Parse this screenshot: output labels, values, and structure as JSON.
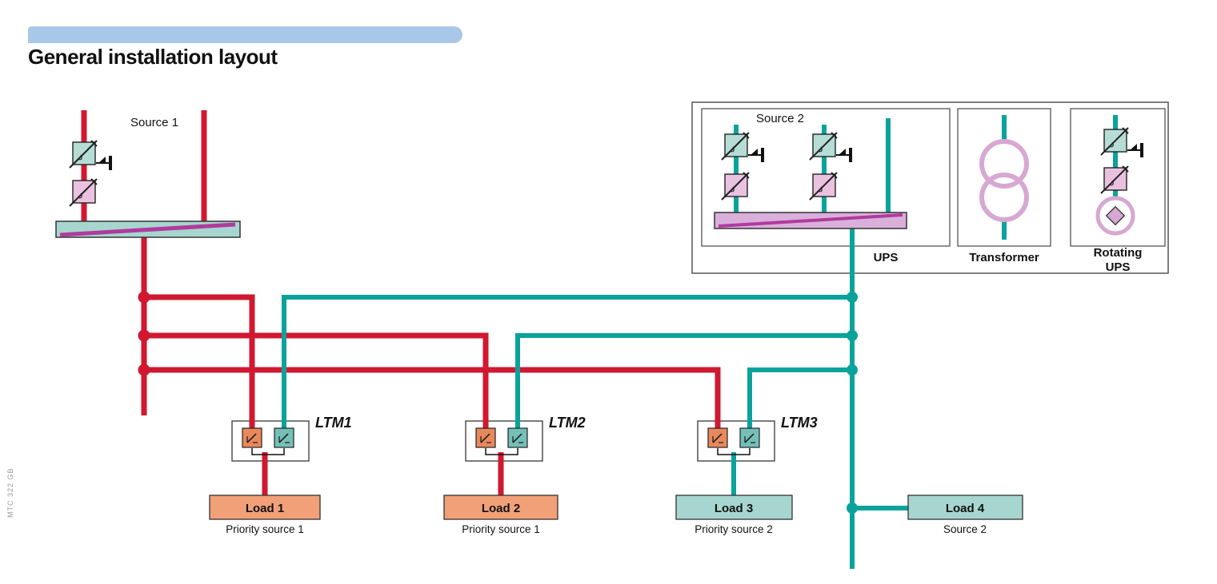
{
  "page": {
    "title": "General installation layout",
    "side_code": "MTC 322 GB"
  },
  "colors": {
    "source1_red": "#d01830",
    "source2_teal": "#0aa39b",
    "busbar_teal_fill": "#a6d6cf",
    "busbar_pink_fill": "#d9b0da",
    "diagonal_magenta": "#b13a9e",
    "load_orange_fill": "#f1a078",
    "load_teal_fill": "#a6d6cf",
    "breaker_teal_fill": "#b5ddd6",
    "breaker_pink_fill": "#eac2e0",
    "transformer_pink": "#d6a8d2",
    "header_bar_blue": "#a9c7e8"
  },
  "diagram": {
    "source1_label": "Source 1",
    "source2_label": "Source 2",
    "ups_label": "UPS",
    "transformer_label": "Transformer",
    "rotating_ups_label_line1": "Rotating",
    "rotating_ups_label_line2": "UPS",
    "ltm_units": [
      {
        "label": "LTM1"
      },
      {
        "label": "LTM2"
      },
      {
        "label": "LTM3"
      }
    ],
    "loads": [
      {
        "label": "Load 1",
        "source": "Priority source 1"
      },
      {
        "label": "Load 2",
        "source": "Priority source 1"
      },
      {
        "label": "Load 3",
        "source": "Priority source 2"
      },
      {
        "label": "Load 4",
        "source": "Source 2"
      }
    ]
  }
}
